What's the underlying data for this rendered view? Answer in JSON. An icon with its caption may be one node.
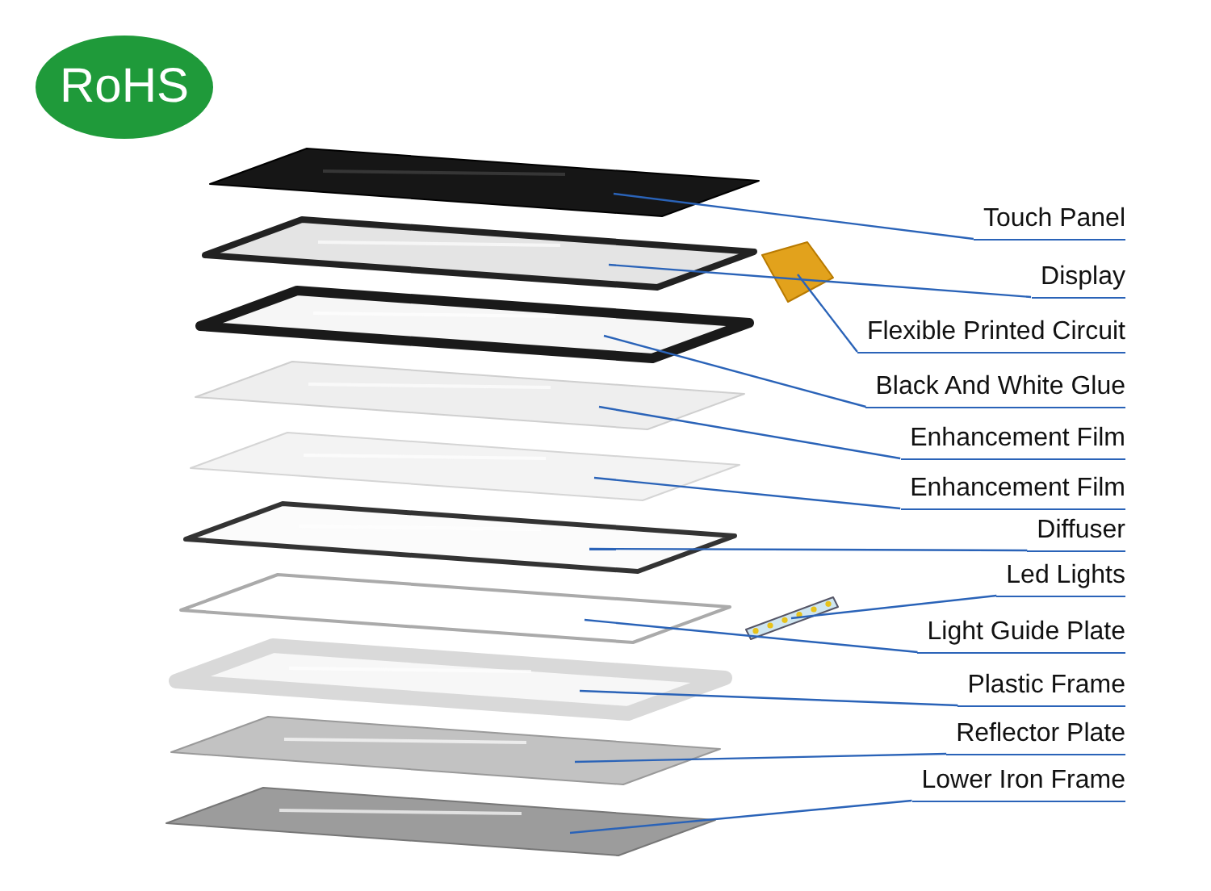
{
  "diagram": {
    "nodes": [
      {
        "text": [
          "RoHS"
        ]
      },
      {
        "text": [
          "Touch Panel"
        ]
      },
      {
        "text": [
          "Display"
        ]
      },
      {
        "text": [
          "Flexible Printed Circuit"
        ]
      },
      {
        "text": [
          "Black And White Glue"
        ]
      },
      {
        "text": [
          "Enhancement Film"
        ]
      },
      {
        "text": [
          "Enhancement Film"
        ]
      },
      {
        "text": [
          "Diffuser"
        ]
      },
      {
        "text": [
          "Led Lights"
        ]
      },
      {
        "text": [
          "Light Guide Plate"
        ]
      },
      {
        "text": [
          "Plastic Frame"
        ]
      },
      {
        "text": [
          "Reflector Plate"
        ]
      },
      {
        "text": [
          "Lower Iron Frame"
        ]
      },
      {
        "text": [],
        "shape": "picture"
      },
      {
        "text": [],
        "shape": "picture"
      },
      {
        "text": [],
        "shape": "picture"
      },
      {
        "text": [],
        "shape": "picture"
      },
      {
        "text": [],
        "shape": "picture"
      },
      {
        "text": [],
        "shape": "picture"
      },
      {
        "text": [],
        "shape": "picture"
      },
      {
        "text": [],
        "shape": "bar"
      },
      {
        "text": [],
        "shape": "picture"
      },
      {
        "text": [],
        "shape": "picture"
      },
      {
        "text": [],
        "shape": "picture"
      },
      {
        "text": [],
        "shape": "picture"
      }
    ],
    "edges": [
      {
        "from": 1,
        "to": 13,
        "arrow": "none"
      },
      {
        "from": 2,
        "to": 14,
        "arrow": "none"
      },
      {
        "from": 3,
        "to": 15,
        "arrow": "none"
      },
      {
        "from": 4,
        "to": 16,
        "arrow": "none"
      },
      {
        "from": 5,
        "to": 17,
        "arrow": "none"
      },
      {
        "from": 6,
        "to": 18,
        "arrow": "none"
      },
      {
        "from": 7,
        "to": 19,
        "arrow": "none"
      },
      {
        "from": 8,
        "to": 20,
        "arrow": "none"
      },
      {
        "from": 9,
        "to": 21,
        "arrow": "none"
      },
      {
        "from": 10,
        "to": 22,
        "arrow": "none"
      },
      {
        "from": 11,
        "to": 23,
        "arrow": "none"
      },
      {
        "from": 12,
        "to": 24,
        "arrow": "none"
      }
    ]
  }
}
